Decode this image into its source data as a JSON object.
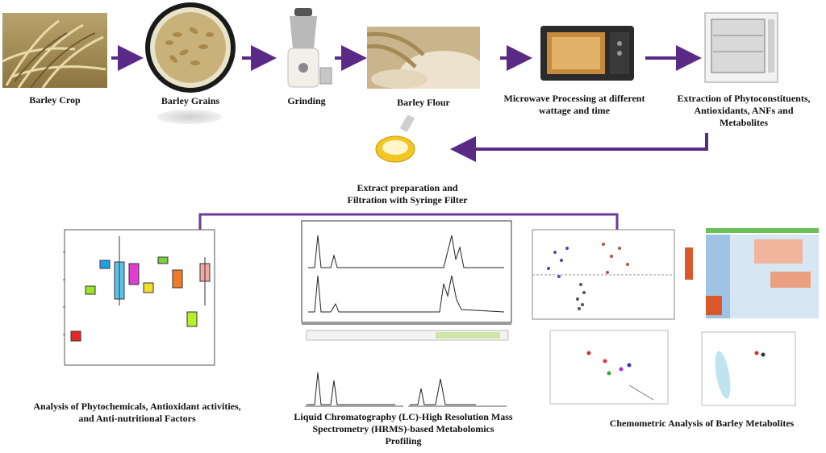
{
  "steps": [
    {
      "id": "barley-crop",
      "label": "Barley Crop"
    },
    {
      "id": "barley-grains",
      "label": "Barley Grains"
    },
    {
      "id": "grinding",
      "label": "Grinding"
    },
    {
      "id": "barley-flour",
      "label": "Barley Flour"
    },
    {
      "id": "microwave",
      "label": "Microwave Processing at different\nwattage and time"
    },
    {
      "id": "extraction",
      "label": "Extraction of Phytoconstituents,\nAntioxidants, ANFs and\nMetabolites"
    },
    {
      "id": "filtration",
      "label": "Extract preparation and\nFiltration with Syringe Filter"
    }
  ],
  "analyses": [
    {
      "id": "phyto",
      "label": "Analysis of Phytochemicals, Antioxidant activities,\nand Anti-nutritional Factors"
    },
    {
      "id": "lchrms",
      "label": "Liquid Chromatography (LC)-High Resolution Mass\nSpectrometry (HRMS)-based Metabolomics\nProfiling"
    },
    {
      "id": "chemometric",
      "label": "Chemometric Analysis of Barley Metabolites"
    }
  ],
  "colors": {
    "arrow": "#5b2a86",
    "bracket": "#6a3b9a"
  }
}
